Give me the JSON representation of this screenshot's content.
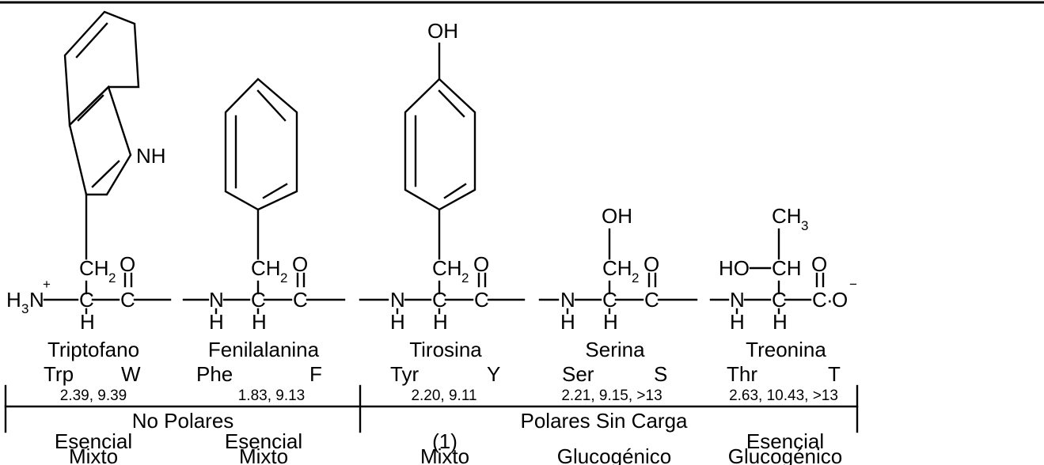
{
  "amino_acids": [
    {
      "name": "Triptofano",
      "abbr3": "Trp",
      "abbr1": "W",
      "pka": "2.39, 9.39",
      "essential": "Esencial",
      "metabolism": "Mixto"
    },
    {
      "name": "Fenilalanina",
      "abbr3": "Phe",
      "abbr1": "F",
      "pka": "1.83, 9.13",
      "essential": "Esencial",
      "metabolism": "Mixto"
    },
    {
      "name": "Tirosina",
      "abbr3": "Tyr",
      "abbr1": "Y",
      "pka": "2.20, 9.11",
      "essential": "(1)",
      "metabolism": "Mixto"
    },
    {
      "name": "Serina",
      "abbr3": "Ser",
      "abbr1": "S",
      "pka": "2.21, 9.15, >13",
      "essential": "",
      "metabolism": "Glucogénico"
    },
    {
      "name": "Treonina",
      "abbr3": "Thr",
      "abbr1": "T",
      "pka": "2.63, 10.43, >13",
      "essential": "Esencial",
      "metabolism": "Glucogénico"
    }
  ],
  "groups": {
    "nonpolar": "No Polares",
    "polar_uncharged": "Polares Sin Carga"
  },
  "chem": {
    "H": "H",
    "N": "N",
    "C": "C",
    "O": "O",
    "CH": "CH",
    "CH2": "CH",
    "CH3": "CH",
    "sub2": "2",
    "sub3": "3",
    "plus": "+",
    "minus": "−",
    "NH": "NH",
    "OH": "OH",
    "HO": "HO",
    "dot": "·"
  }
}
